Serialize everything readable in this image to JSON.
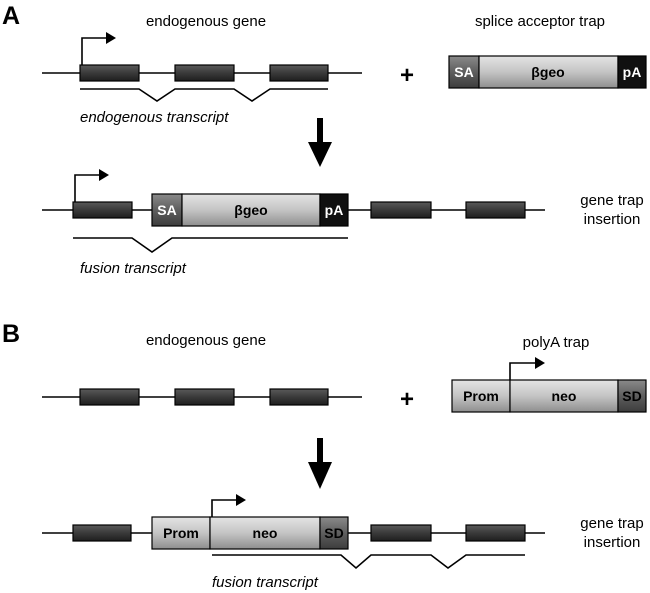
{
  "panel_a": {
    "letter": "A",
    "endogenous_gene_label": "endogenous gene",
    "trap_label": "splice acceptor trap",
    "plus": "+",
    "endogenous_transcript_label": "endogenous transcript",
    "trap_parts": {
      "sa": "SA",
      "bgeo": "βgeo",
      "pa": "pA"
    },
    "insertion_label_line1": "gene trap",
    "insertion_label_line2": "insertion",
    "fusion_transcript_label": "fusion transcript"
  },
  "panel_b": {
    "letter": "B",
    "endogenous_gene_label": "endogenous gene",
    "trap_label": "polyA trap",
    "plus": "+",
    "trap_parts": {
      "prom": "Prom",
      "neo": "neo",
      "sd": "SD"
    },
    "insertion_label_line1": "gene trap",
    "insertion_label_line2": "insertion",
    "fusion_transcript_label": "fusion transcript"
  },
  "colors": {
    "exon": "#3a3a3a",
    "cassette_dark": "#606060",
    "cassette_light": "#c4c4c4",
    "polya": "#101010"
  },
  "icons": [
    "transcription-start-arrow-icon",
    "down-arrow-icon"
  ]
}
